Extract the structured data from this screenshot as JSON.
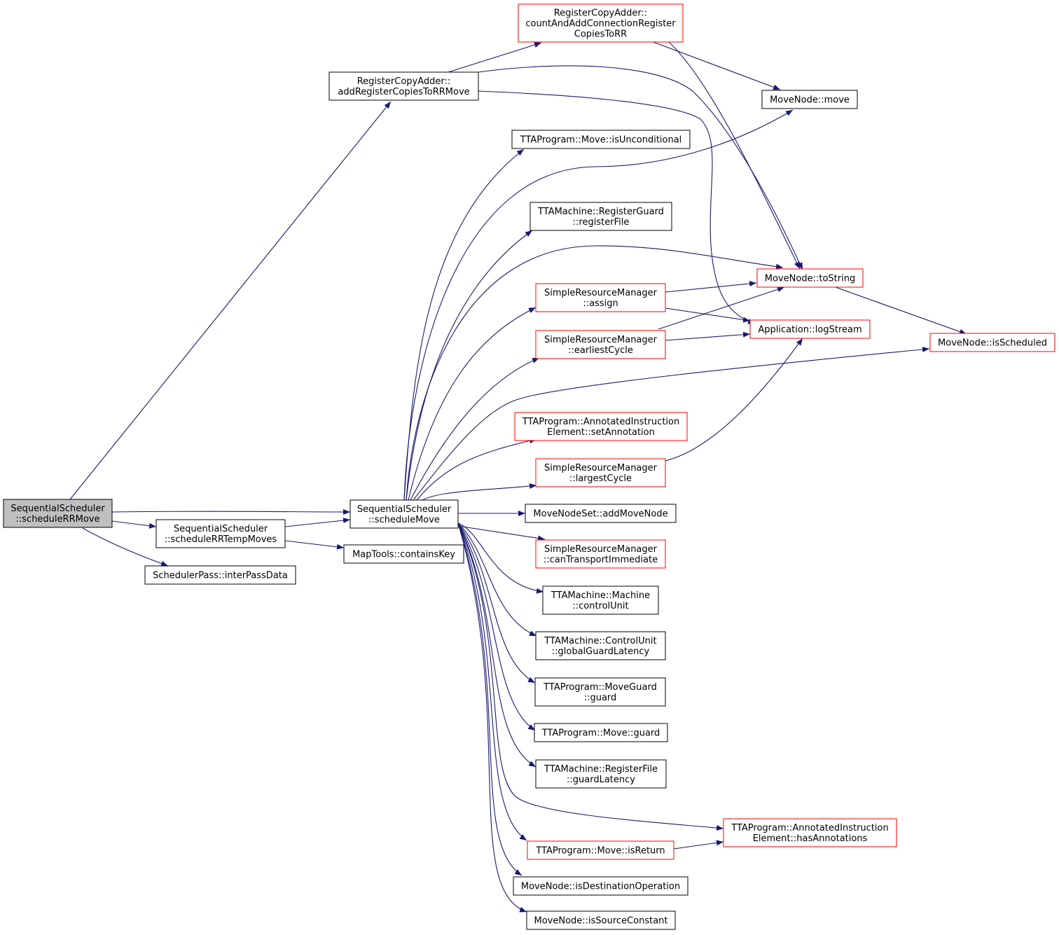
{
  "colors": {
    "edge": "#191970",
    "root_fill": "#bfbfbf",
    "node_border": "#000000",
    "truncated_border": "#ff0000",
    "node_fill": "#ffffff"
  },
  "nodes": {
    "schedule_rr_move": {
      "lines": [
        "SequentialScheduler",
        "::scheduleRRMove"
      ],
      "style": "root"
    },
    "schedule_rr_temp_moves": {
      "lines": [
        "SequentialScheduler",
        "::scheduleRRTempMoves"
      ],
      "style": "normal"
    },
    "inter_pass_data": {
      "lines": [
        "SchedulerPass::interPassData"
      ],
      "style": "normal"
    },
    "schedule_move": {
      "lines": [
        "SequentialScheduler",
        "::scheduleMove"
      ],
      "style": "normal"
    },
    "contains_key": {
      "lines": [
        "MapTools::containsKey"
      ],
      "style": "normal"
    },
    "add_register_copies": {
      "lines": [
        "RegisterCopyAdder::",
        "addRegisterCopiesToRRMove"
      ],
      "style": "normal"
    },
    "count_and_add": {
      "lines": [
        "RegisterCopyAdder::",
        "countAndAddConnectionRegister",
        "CopiesToRR"
      ],
      "style": "truncated"
    },
    "move_node_move": {
      "lines": [
        "MoveNode::move"
      ],
      "style": "normal"
    },
    "is_unconditional": {
      "lines": [
        "TTAProgram::Move::isUnconditional"
      ],
      "style": "normal"
    },
    "register_file": {
      "lines": [
        "TTAMachine::RegisterGuard",
        "::registerFile"
      ],
      "style": "normal"
    },
    "to_string": {
      "lines": [
        "MoveNode::toString"
      ],
      "style": "truncated"
    },
    "assign": {
      "lines": [
        "SimpleResourceManager",
        "::assign"
      ],
      "style": "truncated"
    },
    "log_stream": {
      "lines": [
        "Application::logStream"
      ],
      "style": "truncated"
    },
    "earliest_cycle": {
      "lines": [
        "SimpleResourceManager",
        "::earliestCycle"
      ],
      "style": "truncated"
    },
    "is_scheduled": {
      "lines": [
        "MoveNode::isScheduled"
      ],
      "style": "truncated"
    },
    "set_annotation": {
      "lines": [
        "TTAProgram::AnnotatedInstruction",
        "Element::setAnnotation"
      ],
      "style": "truncated"
    },
    "largest_cycle": {
      "lines": [
        "SimpleResourceManager",
        "::largestCycle"
      ],
      "style": "truncated"
    },
    "add_move_node": {
      "lines": [
        "MoveNodeSet::addMoveNode"
      ],
      "style": "normal"
    },
    "can_transport_immediate": {
      "lines": [
        "SimpleResourceManager",
        "::canTransportImmediate"
      ],
      "style": "truncated"
    },
    "control_unit": {
      "lines": [
        "TTAMachine::Machine",
        "::controlUnit"
      ],
      "style": "normal"
    },
    "global_guard_latency": {
      "lines": [
        "TTAMachine::ControlUnit",
        "::globalGuardLatency"
      ],
      "style": "normal"
    },
    "move_guard_guard": {
      "lines": [
        "TTAProgram::MoveGuard",
        "::guard"
      ],
      "style": "normal"
    },
    "move_guard": {
      "lines": [
        "TTAProgram::Move::guard"
      ],
      "style": "normal"
    },
    "guard_latency": {
      "lines": [
        "TTAMachine::RegisterFile",
        "::guardLatency"
      ],
      "style": "normal"
    },
    "has_annotations": {
      "lines": [
        "TTAProgram::AnnotatedInstruction",
        "Element::hasAnnotations"
      ],
      "style": "truncated"
    },
    "is_return": {
      "lines": [
        "TTAProgram::Move::isReturn"
      ],
      "style": "truncated"
    },
    "is_destination_operation": {
      "lines": [
        "MoveNode::isDestinationOperation"
      ],
      "style": "normal"
    },
    "is_source_constant": {
      "lines": [
        "MoveNode::isSourceConstant"
      ],
      "style": "normal"
    }
  }
}
